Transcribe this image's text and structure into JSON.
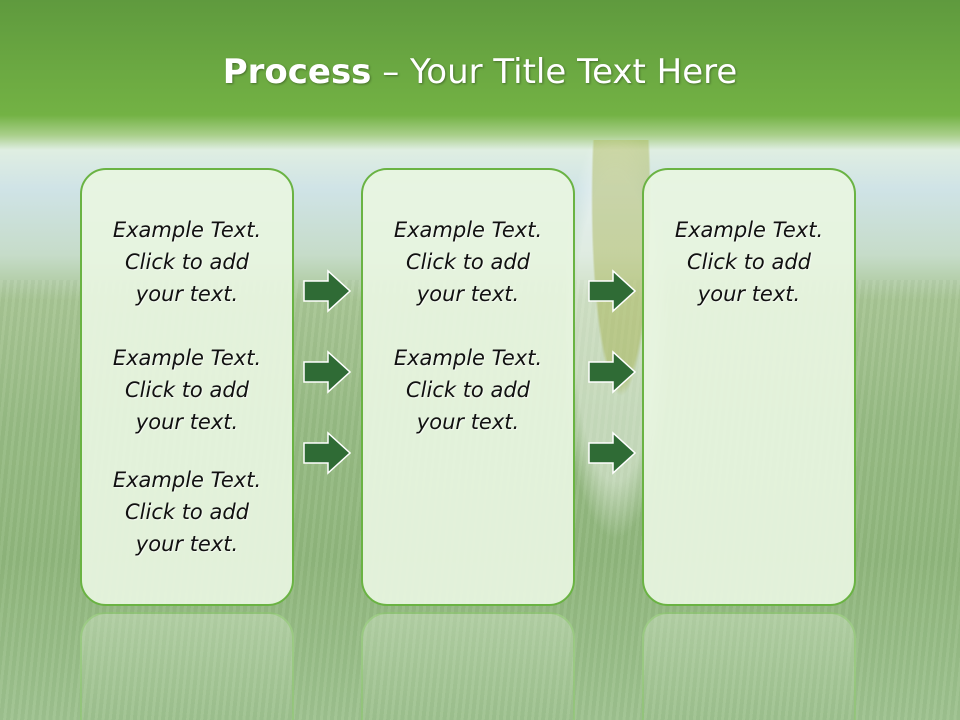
{
  "title": {
    "bold": "Process",
    "rest": "– Your Title Text Here"
  },
  "colors": {
    "header": "#73b244",
    "panel_border": "#6ab343",
    "arrow_fill": "#2f6b35"
  },
  "panels": [
    {
      "blocks": [
        {
          "line1": "Example Text.",
          "line2": "Click  to add",
          "line3": "your text."
        },
        {
          "line1": "Example Text.",
          "line2": "Click  to add",
          "line3": "your text."
        },
        {
          "line1": "Example Text.",
          "line2": "Click  to add",
          "line3": "your text."
        }
      ]
    },
    {
      "blocks": [
        {
          "line1": "Example Text.",
          "line2": "Click  to add",
          "line3": "your text."
        },
        {
          "line1": "Example Text.",
          "line2": "Click  to add",
          "line3": "your text."
        }
      ]
    },
    {
      "blocks": [
        {
          "line1": "Example Text.",
          "line2": "Click  to add",
          "line3": "your text."
        }
      ]
    }
  ],
  "arrows": {
    "icon": "right-arrow-icon",
    "count_per_gap": 3
  }
}
